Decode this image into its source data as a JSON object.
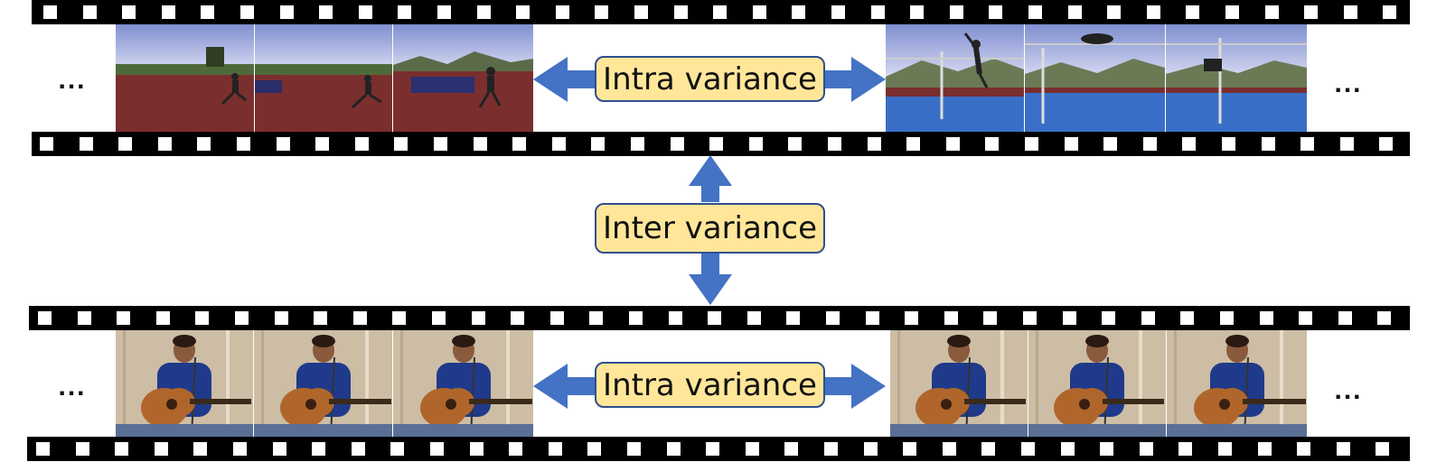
{
  "rows": [
    {
      "label": "Intra variance",
      "left_ellipsis": "...",
      "right_ellipsis": "...",
      "frame_content": "high-jump video frames"
    },
    {
      "label": "Intra variance",
      "left_ellipsis": "...",
      "right_ellipsis": "...",
      "frame_content": "guitar-playing video frames"
    }
  ],
  "between": {
    "label": "Inter variance"
  },
  "colors": {
    "arrow": "#4472c4",
    "label_fill": "#ffe699",
    "label_border": "#2f4f8f",
    "film": "#000000"
  }
}
